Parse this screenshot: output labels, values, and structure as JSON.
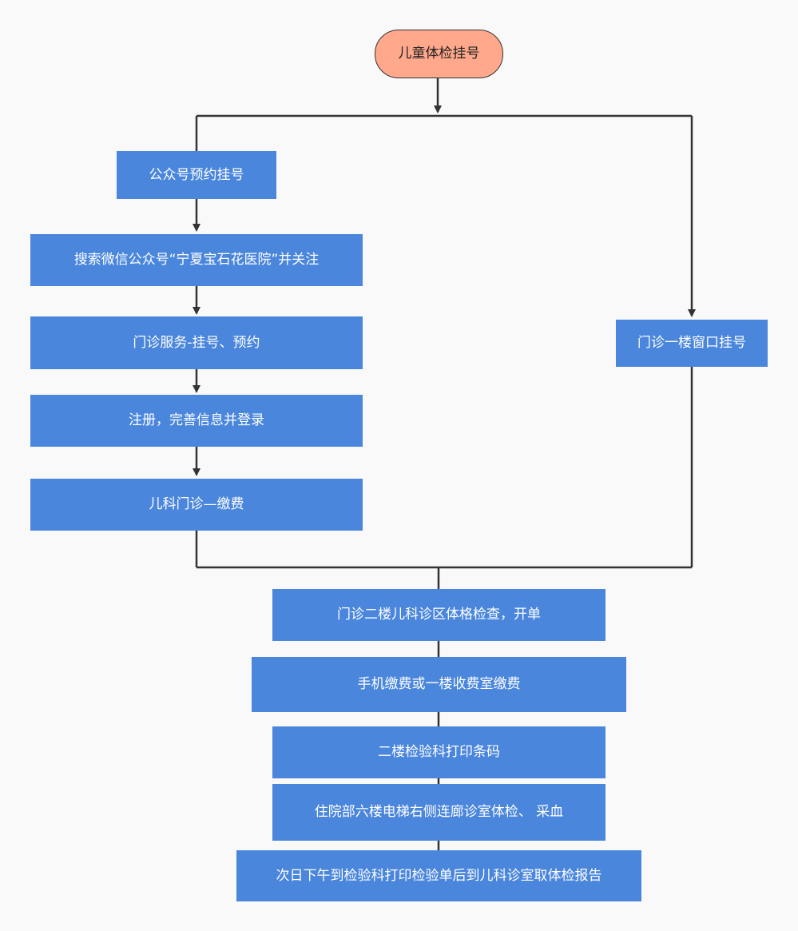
{
  "colors": {
    "start_fill": "#ffa88c",
    "step_fill": "#4a86dc",
    "connector": "#333333",
    "background": "#f9f9f9"
  },
  "flow": {
    "start": "儿童体检挂号",
    "online_branch": [
      "公众号预约挂号",
      "搜索微信公众号“宁夏宝石花医院”并关注",
      "门诊服务-挂号、预约",
      "注册，完善信息并登录",
      "儿科门诊—缴费"
    ],
    "window_branch": "门诊一楼窗口挂号",
    "common_steps": [
      "门诊二楼儿科诊区体格检查，开单",
      "手机缴费或一楼收费室缴费",
      "二楼检验科打印条码",
      "住院部六楼电梯右侧连廊诊室体检、 采血",
      "次日下午到检验科打印检验单后到儿科诊室取体检报告"
    ]
  }
}
